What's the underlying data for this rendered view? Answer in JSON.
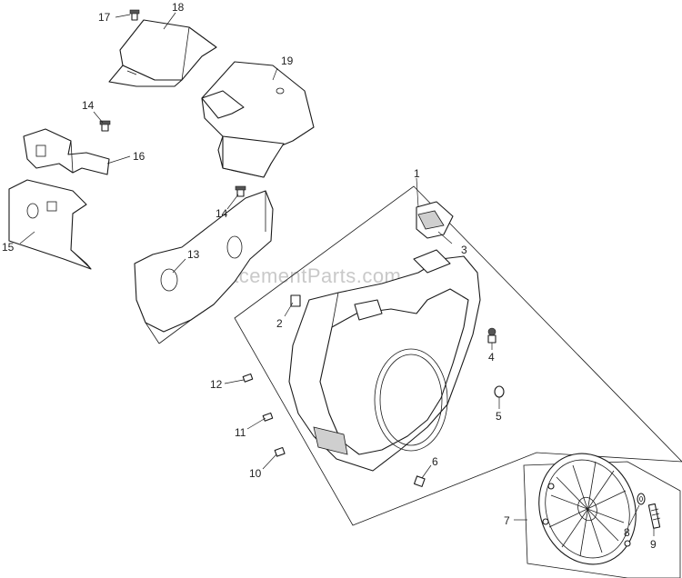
{
  "diagram": {
    "watermark": "eReplacementParts.com",
    "callouts": [
      {
        "id": "1",
        "text": "1"
      },
      {
        "id": "2",
        "text": "2"
      },
      {
        "id": "3",
        "text": "3"
      },
      {
        "id": "4",
        "text": "4"
      },
      {
        "id": "5",
        "text": "5"
      },
      {
        "id": "6",
        "text": "6"
      },
      {
        "id": "7",
        "text": "7"
      },
      {
        "id": "8",
        "text": "8"
      },
      {
        "id": "9",
        "text": "9"
      },
      {
        "id": "10",
        "text": "10"
      },
      {
        "id": "11",
        "text": "11"
      },
      {
        "id": "12",
        "text": "12"
      },
      {
        "id": "13",
        "text": "13"
      },
      {
        "id": "14a",
        "text": "14"
      },
      {
        "id": "14b",
        "text": "14"
      },
      {
        "id": "15",
        "text": "15"
      },
      {
        "id": "16",
        "text": "16"
      },
      {
        "id": "17",
        "text": "17"
      },
      {
        "id": "18",
        "text": "18"
      },
      {
        "id": "19",
        "text": "19"
      }
    ]
  }
}
